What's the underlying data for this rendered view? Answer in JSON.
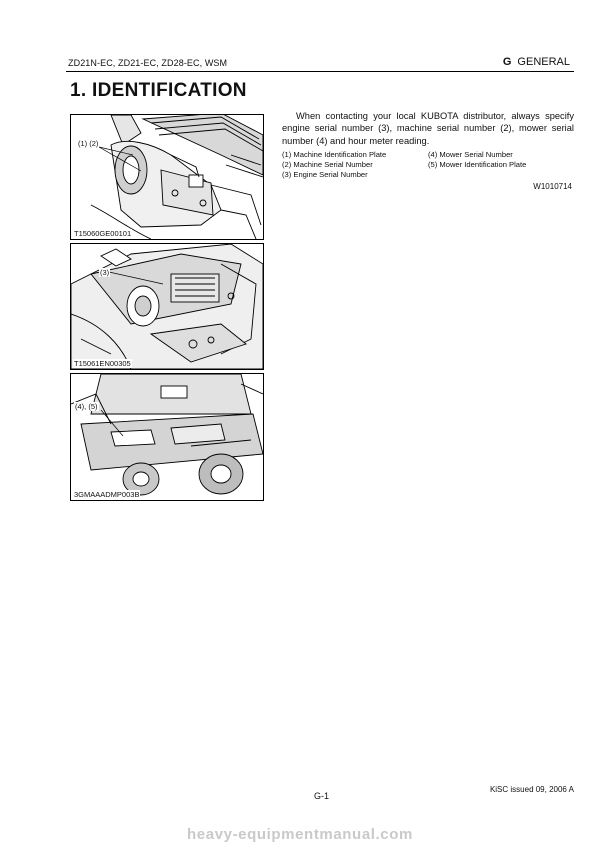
{
  "header": {
    "models": "ZD21N-EC, ZD21-EC, ZD28-EC, WSM",
    "section_letter": "G",
    "section_name": "GENERAL"
  },
  "section_title": "1.   IDENTIFICATION",
  "figures": [
    {
      "callout": "(1) (2)",
      "code": "T15060GE00101"
    },
    {
      "callout": "(3)",
      "code": "T15061EN00305"
    },
    {
      "callout": "(4), (5)",
      "code": "3GMAAADMP003B"
    }
  ],
  "intro": "When contacting your local KUBOTA distributor, always specify engine serial number (3), machine serial number (2), mower serial number (4) and hour meter reading.",
  "legend": {
    "left": [
      "(1)  Machine Identification Plate",
      "(2)  Machine Serial Number",
      "(3)  Engine Serial Number"
    ],
    "right": [
      "(4)  Mower Serial Number",
      "(5)  Mower Identification Plate"
    ]
  },
  "ref_code": "W1010714",
  "footer": {
    "page": "G-1",
    "issue": "KiSC issued 09, 2006 A"
  },
  "watermark": "heavy-equipmentmanual.com"
}
